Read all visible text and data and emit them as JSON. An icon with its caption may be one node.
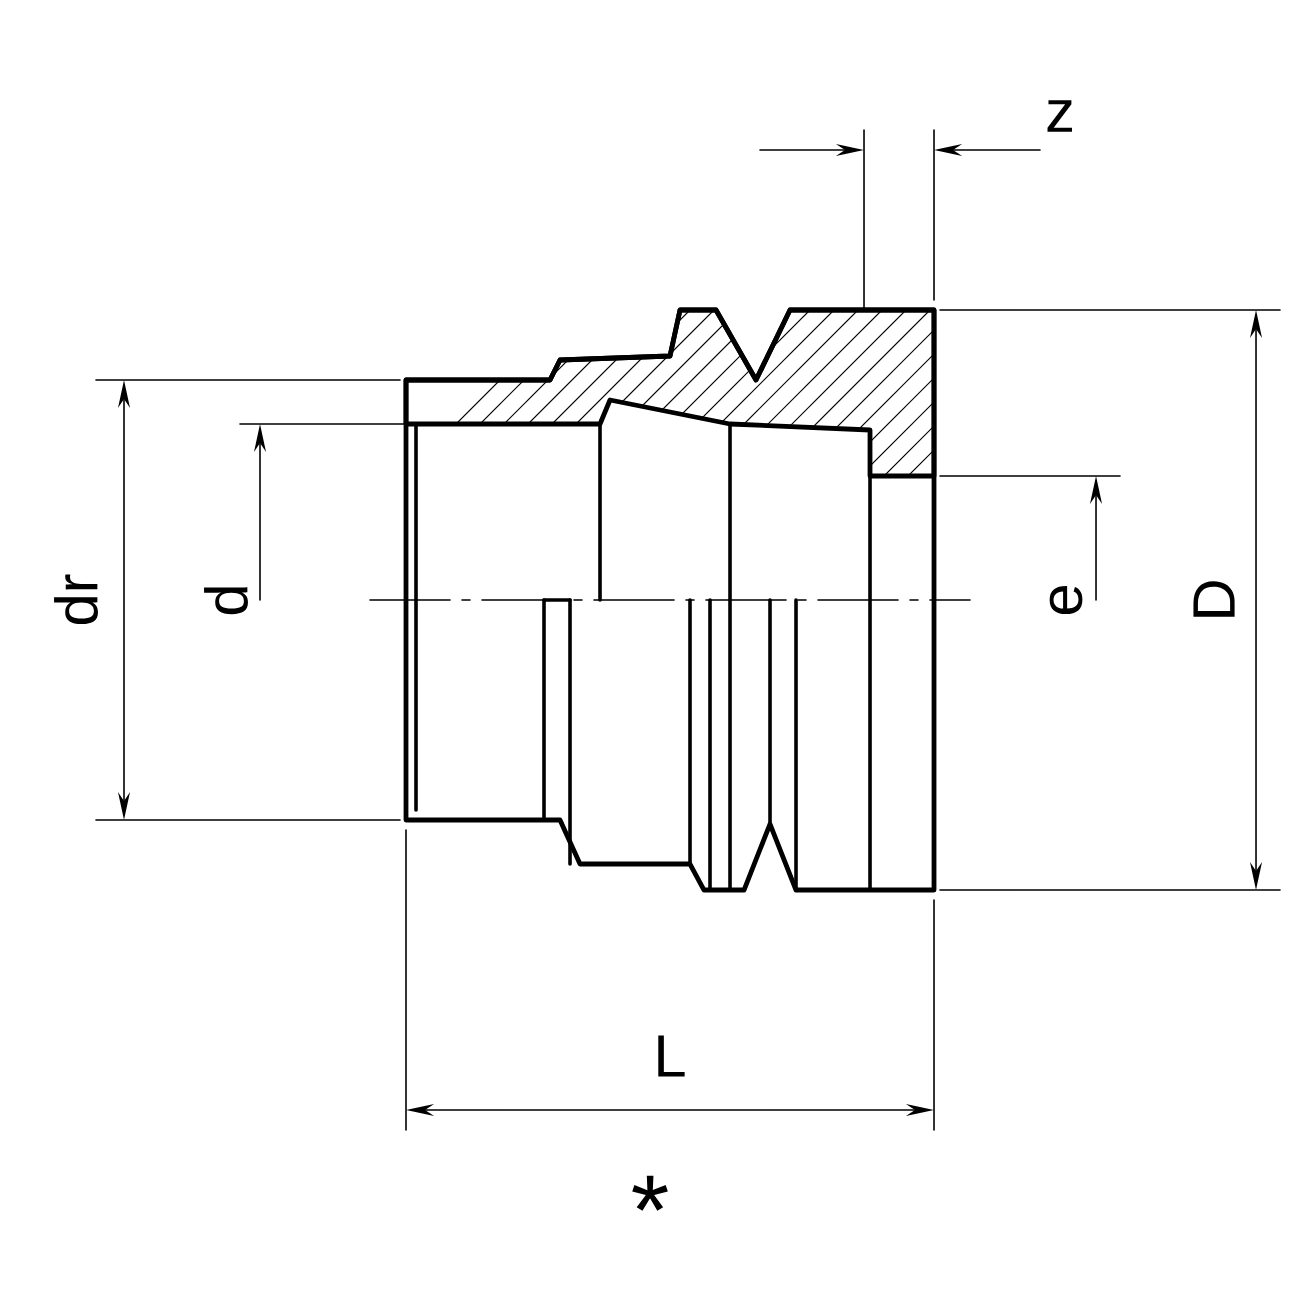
{
  "diagram": {
    "labels": [
      "z",
      "dr",
      "d",
      "e",
      "D",
      "L",
      "*"
    ]
  }
}
